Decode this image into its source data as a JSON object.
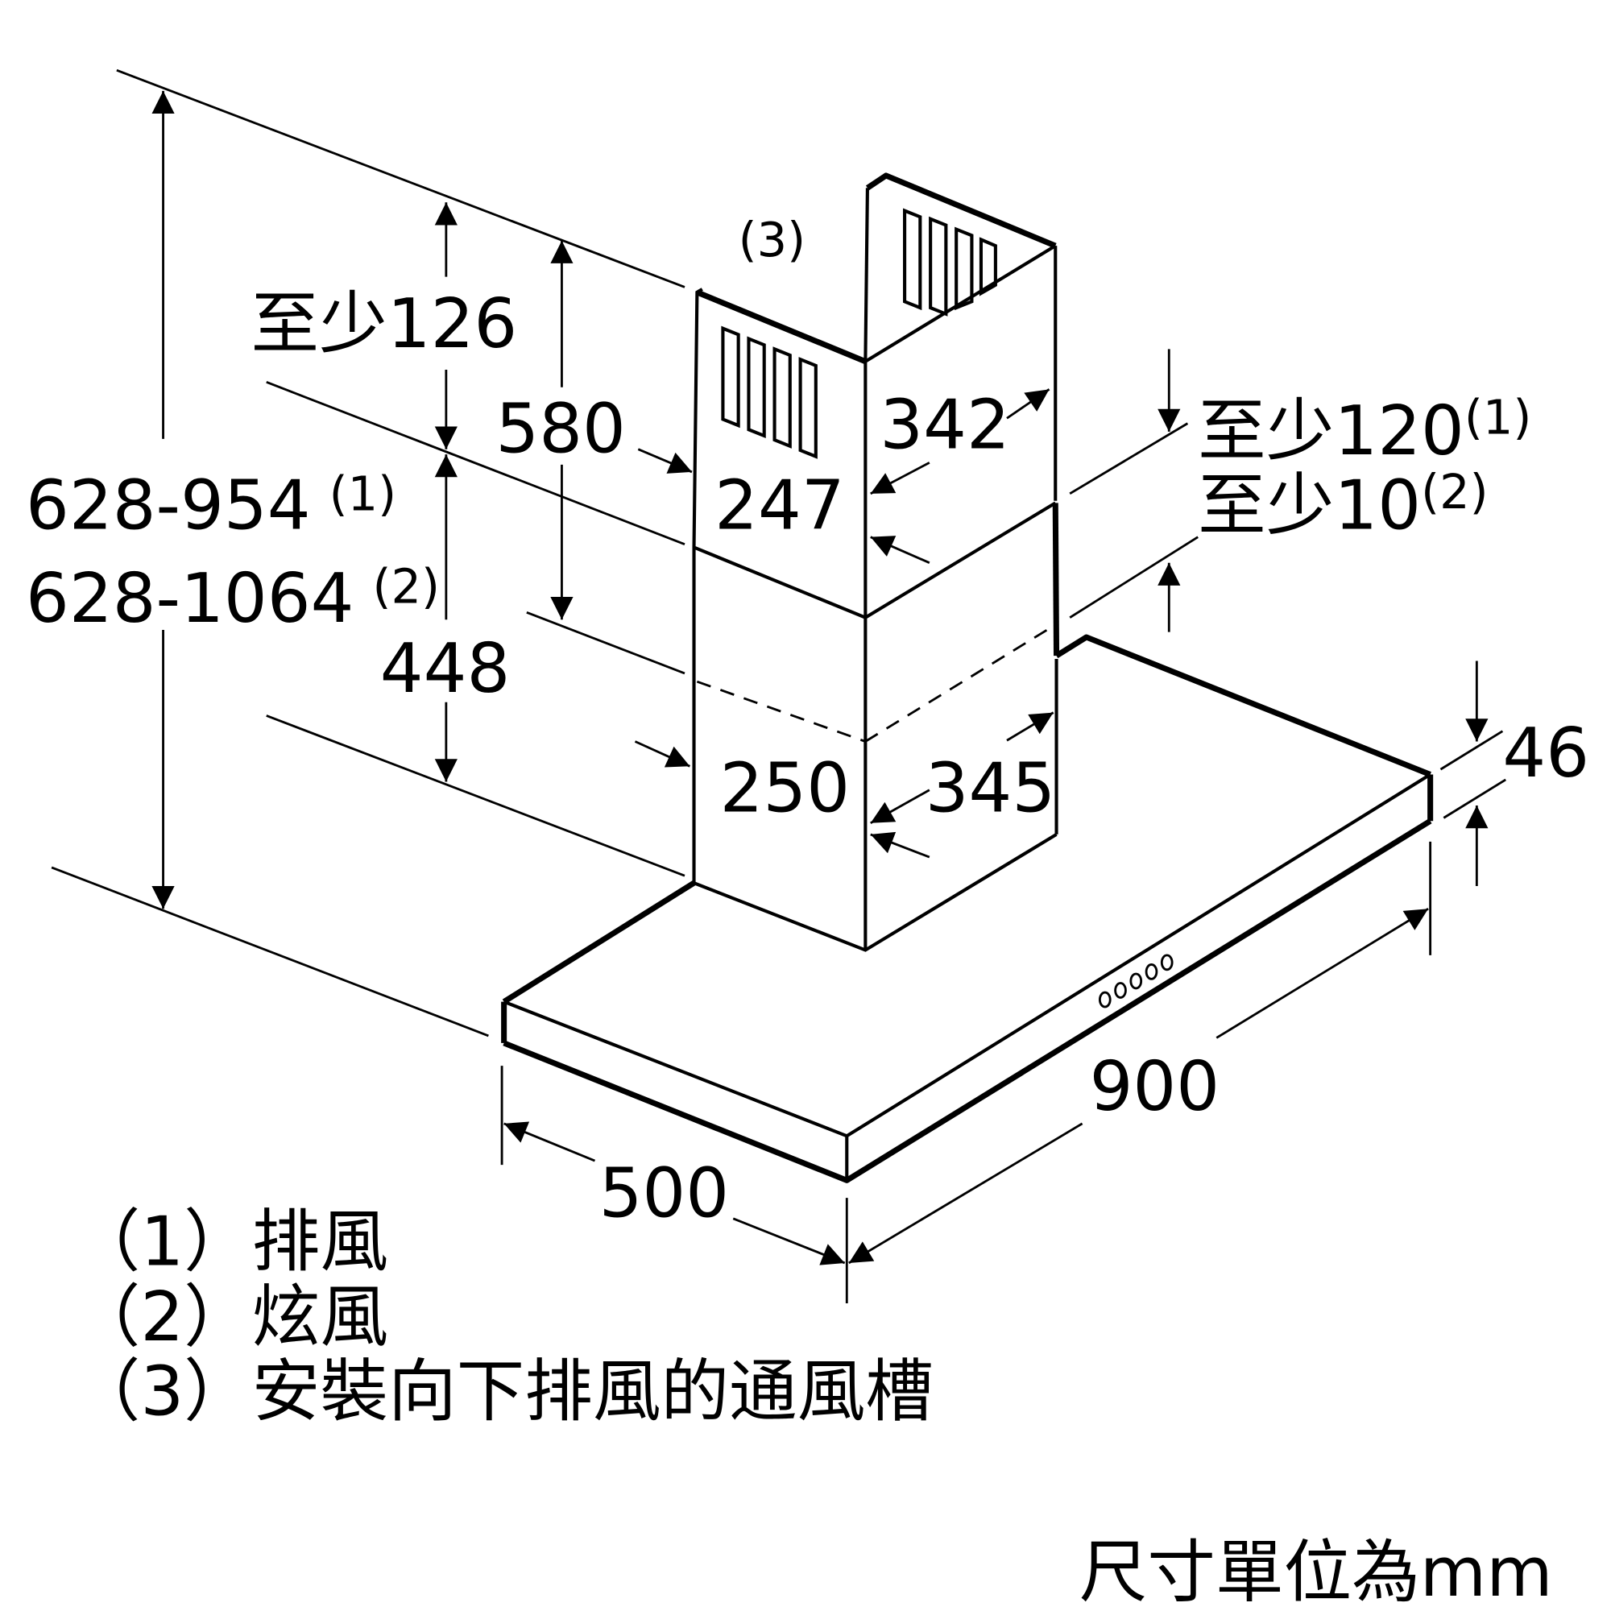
{
  "dimensions": {
    "total_height_1": "628-954",
    "total_height_1_note": "(1)",
    "total_height_2": "628-1064",
    "total_height_2_note": "(2)",
    "top_clearance": "至少126",
    "upper_chimney": "580",
    "lower_chimney": "448",
    "upper_width": "247",
    "upper_depth": "342",
    "lower_width": "250",
    "lower_depth": "345",
    "gap_1": "至少120",
    "gap_1_note": "(1)",
    "gap_2": "至少10",
    "gap_2_note": "(2)",
    "vent_note": "(3)",
    "hood_thickness": "46",
    "hood_width": "900",
    "hood_depth": "500"
  },
  "legend": [
    {
      "marker": "（1）",
      "label": "排風"
    },
    {
      "marker": "（2）",
      "label": "炫風"
    },
    {
      "marker": "（3）",
      "label": "安裝向下排風的通風槽"
    }
  ],
  "unit_note": "尺寸單位為mm"
}
